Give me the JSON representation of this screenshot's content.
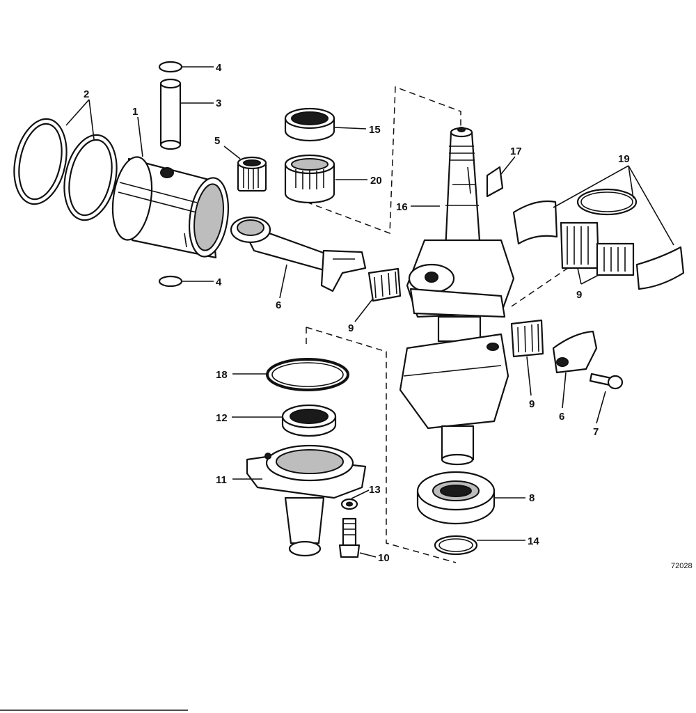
{
  "figure_number": "72028",
  "callouts": {
    "c1": "1",
    "c2": "2",
    "c3": "3",
    "c4a": "4",
    "c4b": "4",
    "c5": "5",
    "c6a": "6",
    "c6b": "6",
    "c7": "7",
    "c8": "8",
    "c9a": "9",
    "c9b": "9",
    "c9c": "9",
    "c10": "10",
    "c11": "11",
    "c12": "12",
    "c13": "13",
    "c14": "14",
    "c15": "15",
    "c16": "16",
    "c17": "17",
    "c18": "18",
    "c19": "19",
    "c20": "20"
  }
}
